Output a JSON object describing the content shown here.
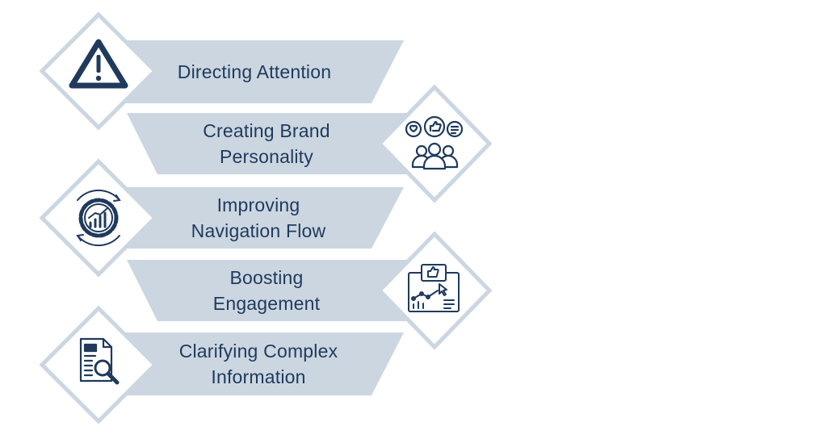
{
  "colors": {
    "band_fill": "#cbd6e1",
    "diamond_stroke": "#cbd6e1",
    "text": "#1f3a5c",
    "icon": "#1f3a5c",
    "background": "#ffffff"
  },
  "steps": [
    {
      "lines": [
        "Directing Attention"
      ],
      "icon": "warning-icon"
    },
    {
      "lines": [
        "Creating Brand",
        "Personality"
      ],
      "icon": "social-feedback-icon"
    },
    {
      "lines": [
        "Improving",
        "Navigation Flow"
      ],
      "icon": "gear-chart-icon"
    },
    {
      "lines": [
        "Boosting",
        "Engagement"
      ],
      "icon": "engagement-dashboard-icon"
    },
    {
      "lines": [
        "Clarifying Complex",
        "Information"
      ],
      "icon": "document-search-icon"
    }
  ]
}
